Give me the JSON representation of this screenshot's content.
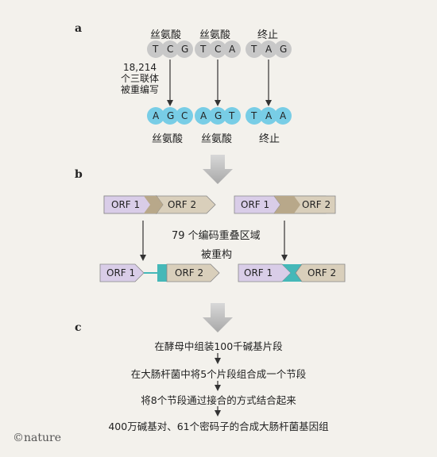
{
  "panels": {
    "a": "a",
    "b": "b",
    "c": "c"
  },
  "section_a": {
    "top_aminos": [
      "丝氨酸",
      "丝氨酸",
      "终止"
    ],
    "top_codons": [
      [
        "T",
        "C",
        "G"
      ],
      [
        "T",
        "C",
        "A"
      ],
      [
        "T",
        "A",
        "G"
      ]
    ],
    "recode_count": "18,214",
    "recode_line2": "个三联体",
    "recode_line3": "被重编写",
    "bottom_codons": [
      [
        "A",
        "G",
        "C"
      ],
      [
        "A",
        "G",
        "T"
      ],
      [
        "T",
        "A",
        "A"
      ]
    ],
    "bottom_aminos": [
      "丝氨酸",
      "丝氨酸",
      "终止"
    ],
    "colors": {
      "top_circle": "#c8c8c8",
      "bottom_circle": "#78cde6"
    }
  },
  "section_b": {
    "orf1": "ORF 1",
    "orf2": "ORF 2",
    "overlap_text": "79 个编码重叠区域",
    "restructure_text": "被重构",
    "colors": {
      "orf1": "#d9cde8",
      "orf2": "#d9cfbb",
      "overlap": "#b8a88a",
      "linker": "#45b8b8"
    }
  },
  "section_c": {
    "steps": [
      "在酵母中组装100千碱基片段",
      "在大肠杆菌中将5个片段组合成一个节段",
      "将8个节段通过接合的方式结合起来",
      "400万碱基对、61个密码子的合成大肠杆菌基因组"
    ]
  },
  "copyright": "©nature"
}
